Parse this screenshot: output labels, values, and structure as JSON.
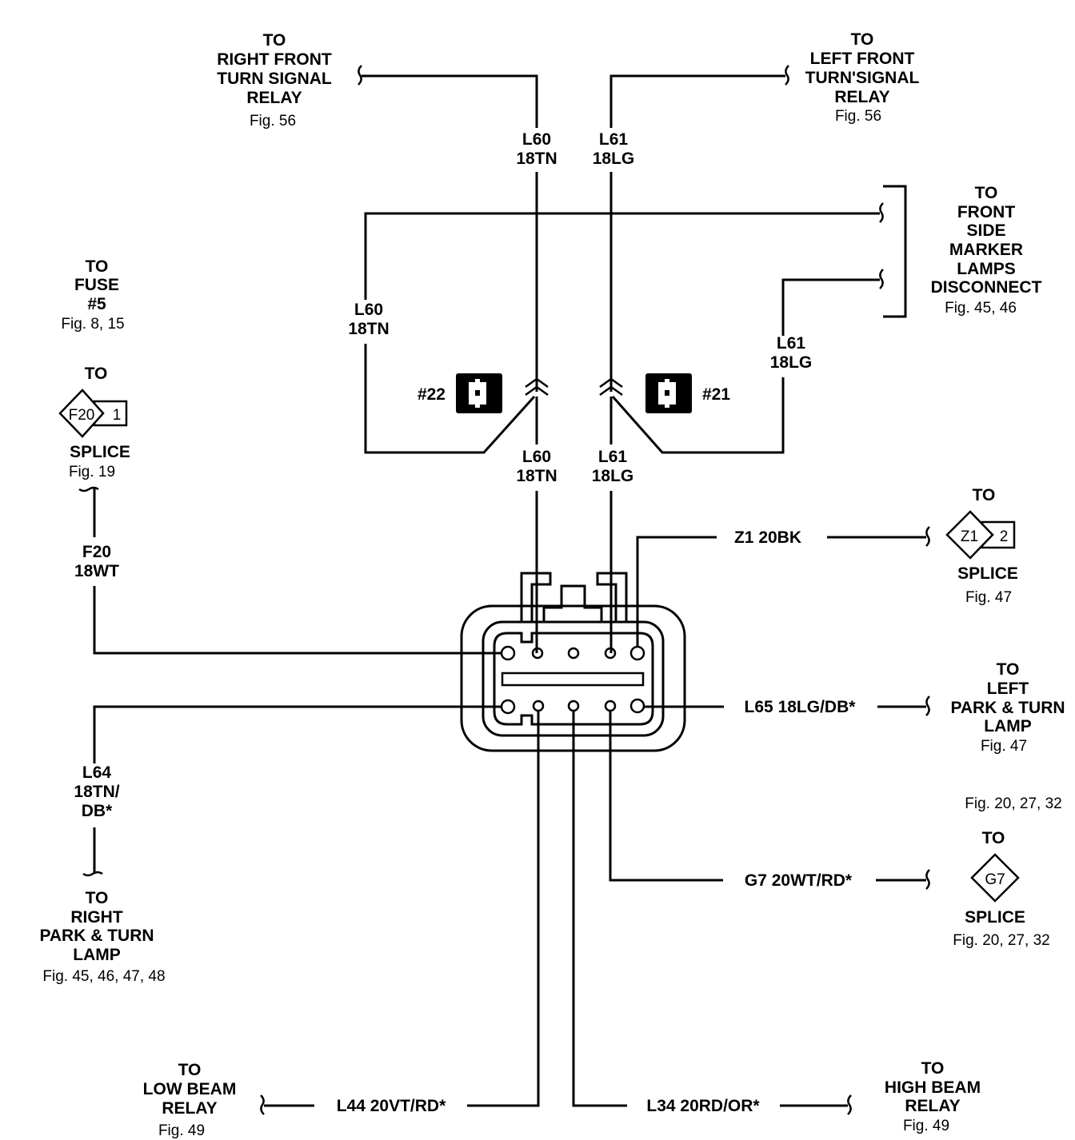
{
  "colors": {
    "ink": "#000000",
    "paper": "#ffffff"
  },
  "destinations": {
    "rf_relay": {
      "lines": [
        "TO",
        "RIGHT FRONT",
        "TURN SIGNAL",
        "RELAY"
      ],
      "fig": "Fig. 56"
    },
    "lf_relay": {
      "lines": [
        "TO",
        "LEFT FRONT",
        "TURN'SIGNAL",
        "RELAY"
      ],
      "fig": "Fig. 56"
    },
    "side_marker": {
      "lines": [
        "TO",
        "FRONT",
        "SIDE",
        "MARKER",
        "LAMPS",
        "DISCONNECT"
      ],
      "fig": "Fig. 45, 46"
    },
    "fuse": {
      "lines": [
        "TO",
        "FUSE",
        "#5"
      ],
      "fig": "Fig. 8, 15"
    },
    "f20_splice": {
      "to": "TO",
      "code": "F20",
      "num": "1",
      "label": "SPLICE",
      "fig": "Fig. 19"
    },
    "z1_splice": {
      "to": "TO",
      "code": "Z1",
      "num": "2",
      "label": "SPLICE",
      "fig": "Fig. 47"
    },
    "left_park": {
      "lines": [
        "TO",
        "LEFT",
        "PARK & TURN",
        "LAMP"
      ],
      "fig": "Fig. 47"
    },
    "extra_fig": "Fig. 20, 27, 32",
    "g7_splice": {
      "to": "TO",
      "code": "G7",
      "label": "SPLICE",
      "fig": "Fig. 20, 27, 32"
    },
    "right_park": {
      "lines": [
        "TO",
        "RIGHT",
        "PARK & TURN",
        "LAMP"
      ],
      "fig": "Fig. 45, 46, 47, 48"
    },
    "low_beam": {
      "lines": [
        "TO",
        "LOW BEAM",
        "RELAY"
      ],
      "fig": "Fig. 49"
    },
    "high_beam": {
      "lines": [
        "TO",
        "HIGH BEAM",
        "RELAY"
      ],
      "fig": "Fig. 49"
    }
  },
  "wires": {
    "l60_top": [
      "L60",
      "18TN"
    ],
    "l61_top": [
      "L61",
      "18LG"
    ],
    "l60_left": [
      "L60",
      "18TN"
    ],
    "l61_right": [
      "L61",
      "18LG"
    ],
    "l60_bottom": [
      "L60",
      "18TN"
    ],
    "l61_bottom": [
      "L61",
      "18LG"
    ],
    "f20": [
      "F20",
      "18WT"
    ],
    "l64": [
      "L64",
      "18TN/",
      "DB*"
    ],
    "z1": "Z1 20BK",
    "l65": "L65 18LG/DB*",
    "g7": "G7 20WT/RD*",
    "l44": "L44 20VT/RD*",
    "l34": "L34 20RD/OR*"
  },
  "connectors": {
    "c22": "#22",
    "c21": "#21"
  }
}
